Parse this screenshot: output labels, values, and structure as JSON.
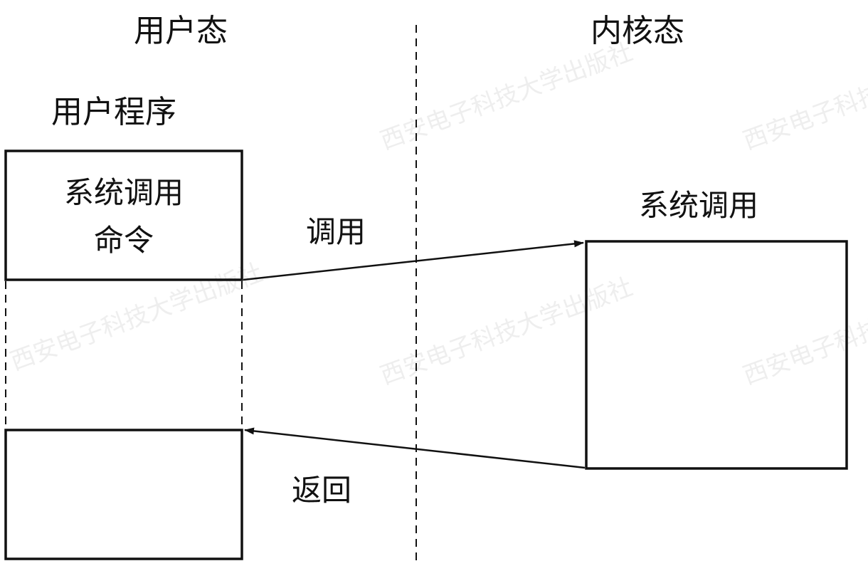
{
  "regions": {
    "user_mode": "用户态",
    "kernel_mode": "内核态"
  },
  "user_program": {
    "title": "用户程序",
    "syscall_instruction_line1": "系统调用",
    "syscall_instruction_line2": "命令"
  },
  "kernel": {
    "syscall_label": "系统调用"
  },
  "arrows": {
    "call_label": "调用",
    "return_label": "返回"
  },
  "watermark": "西安电子科技大学出版社"
}
